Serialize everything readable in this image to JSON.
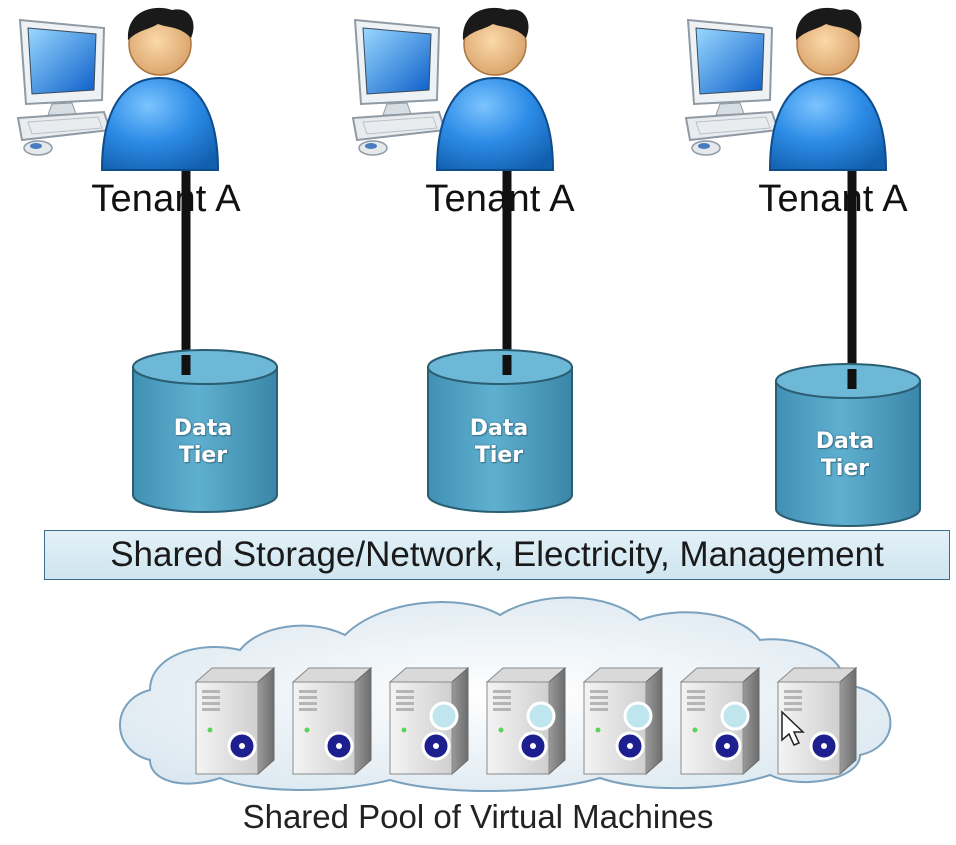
{
  "tenants": [
    {
      "label": "Tenant A",
      "tier": [
        "Data",
        "Tier"
      ]
    },
    {
      "label": "Tenant A",
      "tier": [
        "Data",
        "Tier"
      ]
    },
    {
      "label": "Tenant A",
      "tier": [
        "Data",
        "Tier"
      ]
    }
  ],
  "shared_bar": "Shared Storage/Network, Electricity, Management",
  "pool_caption": "Shared Pool of Virtual Machines",
  "colors": {
    "cylinder": "#4fa4c6",
    "cylinder_top": "#6db8d6",
    "cylinder_edge": "#2b5d73",
    "user_body": "#2f8fe0",
    "user_head": "#f2c38e",
    "hair": "#1a1a1a",
    "bar_fill": "#d8ebf4",
    "bar_edge": "#3e6e8c",
    "cloud_fill": "#dde8ef",
    "cloud_edge": "#6f97b6",
    "server_body": "#e6e6e6",
    "disc_dark": "#1d1f8f",
    "disc_light": "#bfe6ef"
  },
  "icons": [
    "computer-monitor-icon",
    "user-icon",
    "database-cylinder-icon",
    "server-icon",
    "cloud-icon",
    "mouse-pointer-icon"
  ],
  "pool": {
    "server_count": 7,
    "servers_with_light_disc": [
      2,
      3,
      4,
      5
    ]
  }
}
